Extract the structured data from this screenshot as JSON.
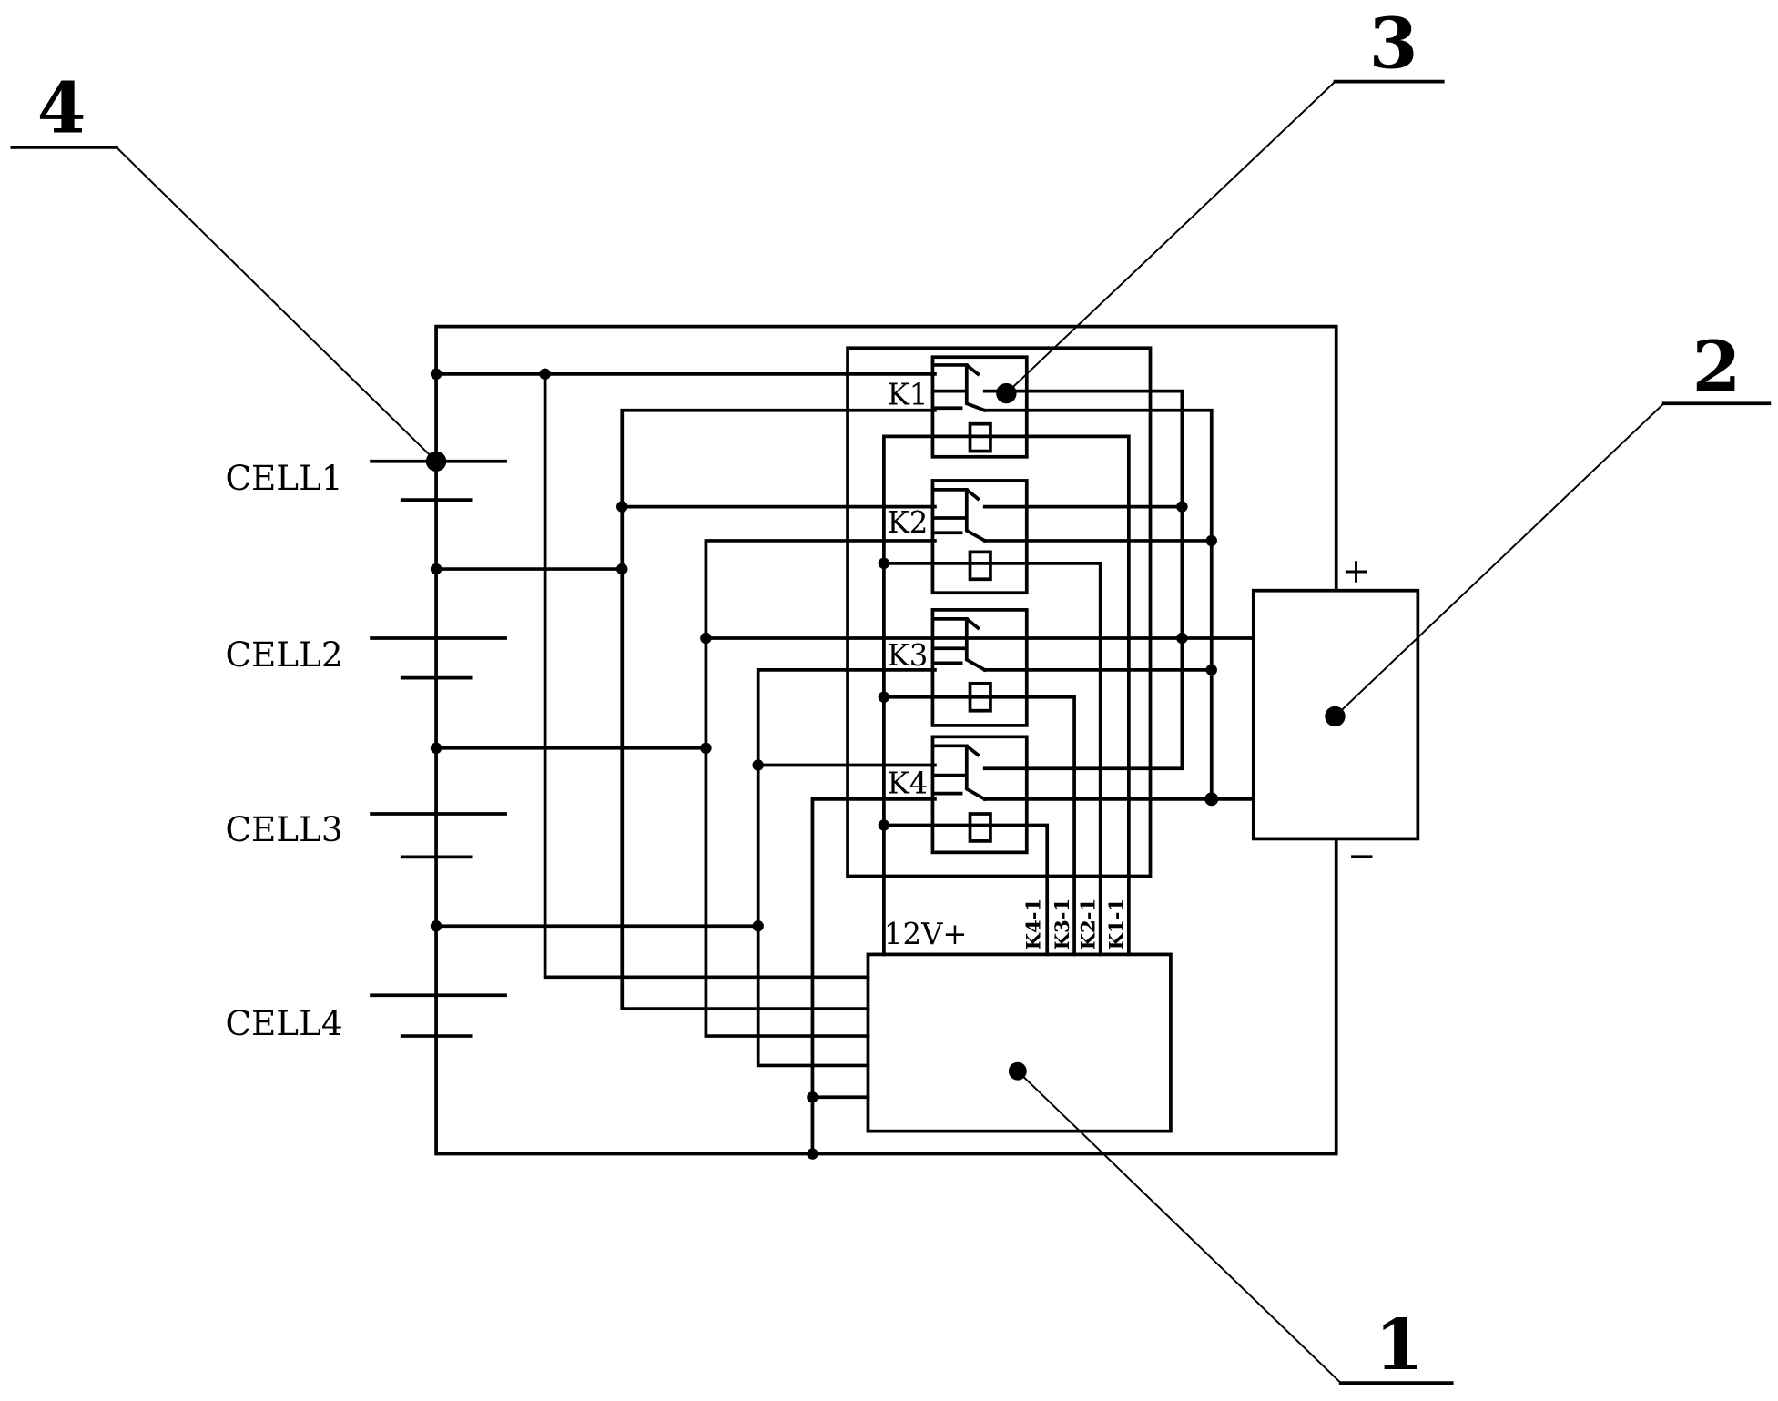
{
  "diagram": {
    "cells": [
      "CELL1",
      "CELL2",
      "CELL3",
      "CELL4"
    ],
    "relays": [
      "K1",
      "K2",
      "K3",
      "K4"
    ],
    "controller_supply": "12V+",
    "controller_outputs": [
      "K4-1",
      "K3-1",
      "K2-1",
      "K1-1"
    ],
    "terminal_plus": "+",
    "terminal_minus": "−",
    "callouts": {
      "controller": "1",
      "load": "2",
      "relay_contact": "3",
      "battery_node": "4"
    }
  }
}
